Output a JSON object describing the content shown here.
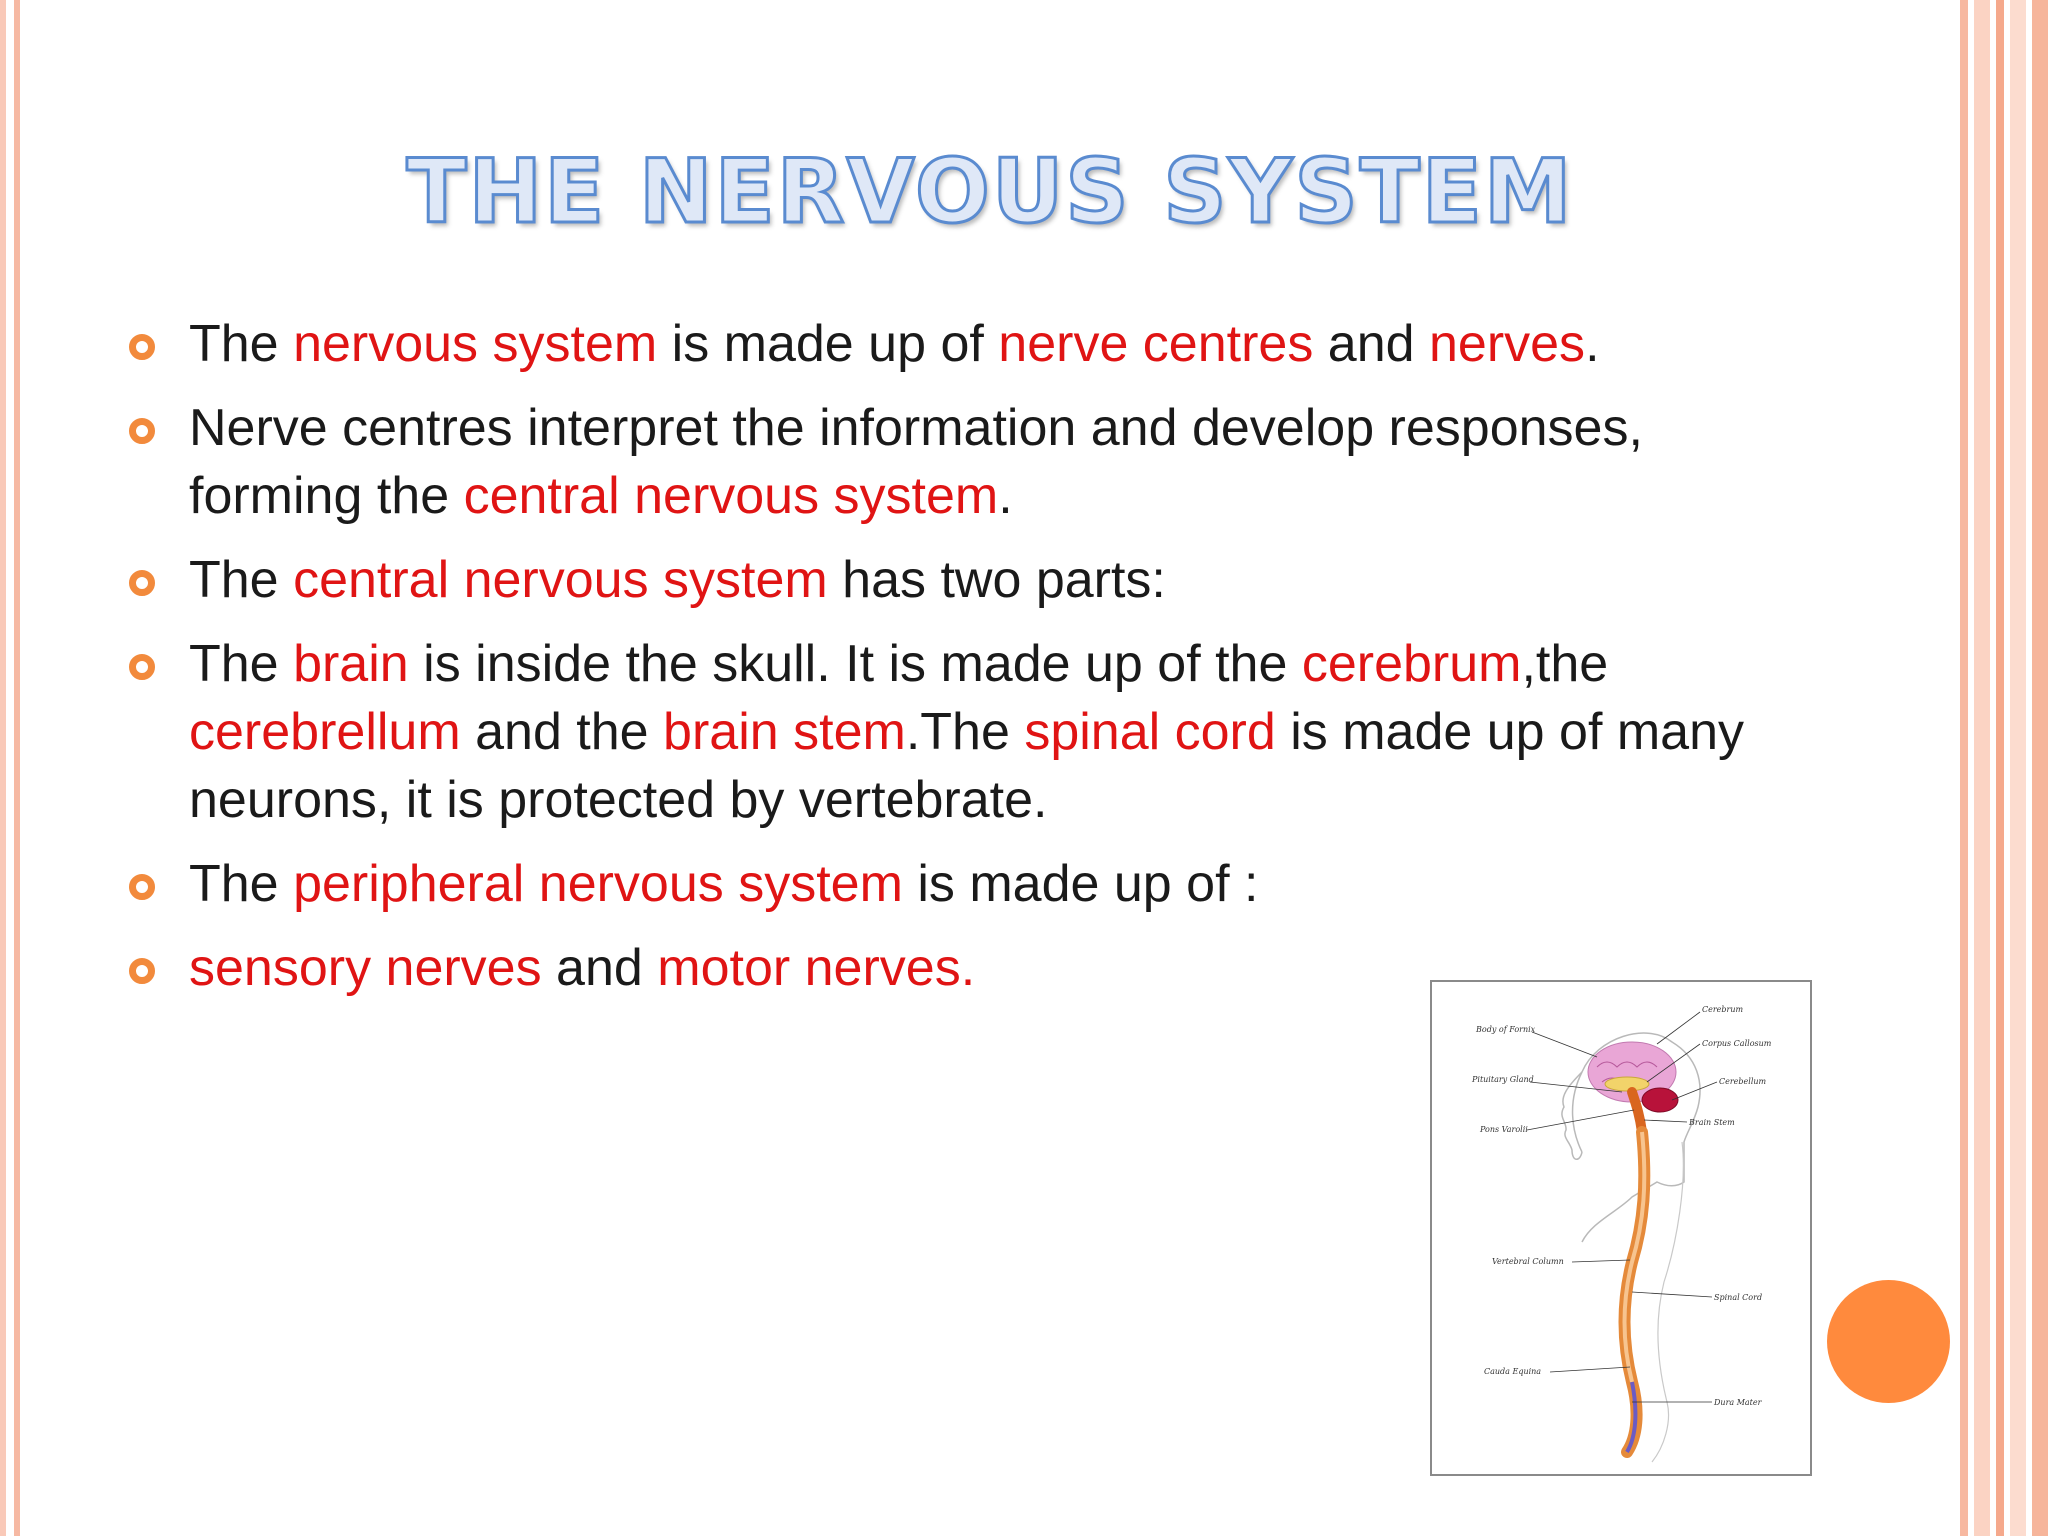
{
  "title": "THE NERVOUS SYSTEM",
  "bullets": [
    [
      {
        "t": "The ",
        "red": false
      },
      {
        "t": "nervous system",
        "red": true
      },
      {
        "t": " is made up of ",
        "red": false
      },
      {
        "t": "nerve centres",
        "red": true
      },
      {
        "t": " and ",
        "red": false
      },
      {
        "t": "nerves",
        "red": true
      },
      {
        "t": ".",
        "red": false
      }
    ],
    [
      {
        "t": "Nerve centres interpret the information and develop responses, forming the ",
        "red": false
      },
      {
        "t": "central nervous system",
        "red": true
      },
      {
        "t": ".",
        "red": false
      }
    ],
    [
      {
        "t": "The ",
        "red": false
      },
      {
        "t": "central nervous system",
        "red": true
      },
      {
        "t": " has two parts:",
        "red": false
      }
    ],
    [
      {
        "t": "The ",
        "red": false
      },
      {
        "t": "brain",
        "red": true
      },
      {
        "t": " is inside the skull. It is made up of the ",
        "red": false
      },
      {
        "t": "cerebrum",
        "red": true
      },
      {
        "t": ",the ",
        "red": false
      },
      {
        "t": "cerebrellum",
        "red": true
      },
      {
        "t": " and the ",
        "red": false
      },
      {
        "t": "brain stem",
        "red": true
      },
      {
        "t": ".The ",
        "red": false
      },
      {
        "t": "spinal cord",
        "red": true
      },
      {
        "t": " is made up of many neurons, it is protected by vertebrate.",
        "red": false
      }
    ],
    [
      {
        "t": "The ",
        "red": false
      },
      {
        "t": "peripheral nervous system",
        "red": true
      },
      {
        "t": " is made up of :",
        "red": false
      }
    ],
    [
      {
        "t": "sensory nerves",
        "red": true
      },
      {
        "t": " and ",
        "red": false
      },
      {
        "t": "motor nerves.",
        "red": true
      }
    ]
  ],
  "figure": {
    "labels": {
      "cerebrum": "Cerebrum",
      "body_of_fornix": "Body of Fornix",
      "corpus_callosum": "Corpus Callosum",
      "pituitary_gland": "Pituitary Gland",
      "cerebellum": "Cerebellum",
      "pons_varolii": "Pons Varolii",
      "brain_stem": "Brain Stem",
      "vertebral_column": "Vertebral Column",
      "spinal_cord": "Spinal Cord",
      "cauda_equina": "Cauda Equina",
      "dura_mater": "Dura Mater"
    }
  },
  "colors": {
    "accent_red": "#e01414",
    "bullet_orange": "#f28a3c",
    "title_blue": "#5a8bd0",
    "circle_orange": "#ff8a3d"
  }
}
